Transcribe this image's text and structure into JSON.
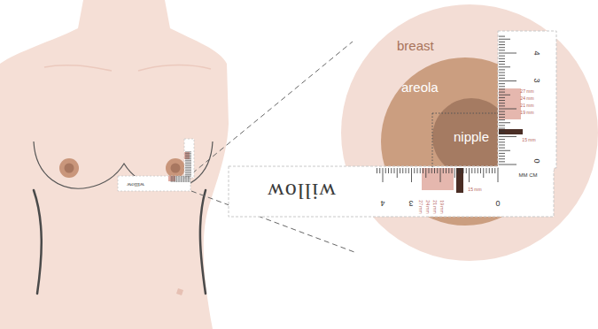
{
  "diagram": {
    "nodes": [
      {
        "text": [
          "breast"
        ]
      },
      {
        "text": [
          "areola"
        ],
        "in": 0
      },
      {
        "text": [
          "nipple"
        ],
        "in": 1
      }
    ],
    "labels": [
      "willow",
      "willow",
      "4",
      "3",
      "0",
      "4",
      "3",
      "0",
      "MM CM",
      "27 mm",
      "24 mm",
      "21 mm",
      "19 mm",
      "15 mm",
      "27 mm",
      "24 mm",
      "21 mm",
      "19 mm",
      "15 mm"
    ]
  }
}
